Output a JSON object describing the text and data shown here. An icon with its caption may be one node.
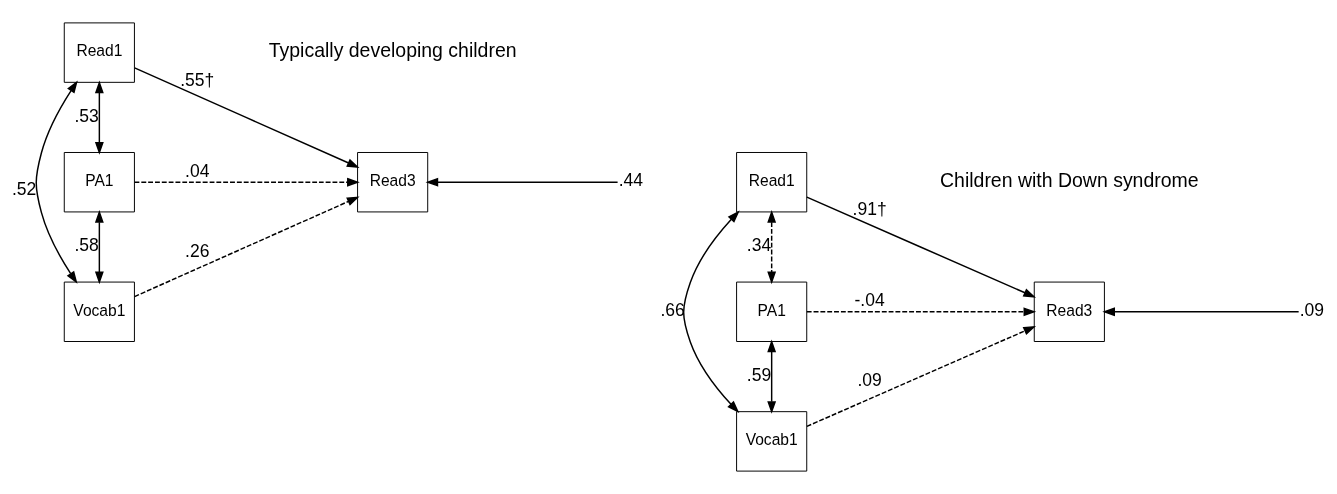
{
  "diagram": {
    "nodes": [
      {
        "text": [
          "Read1"
        ]
      },
      {
        "text": [
          "PA1"
        ]
      },
      {
        "text": [
          "Vocab1"
        ]
      },
      {
        "text": [
          "Read3"
        ]
      },
      {
        "text": [
          "Read1"
        ]
      },
      {
        "text": [
          "PA1"
        ]
      },
      {
        "text": [
          "Vocab1"
        ]
      },
      {
        "text": [
          "Read3"
        ]
      }
    ],
    "edges": [
      {
        "from": 0,
        "to": 3,
        "arrow": "to",
        "label": ".55†"
      },
      {
        "from": 0,
        "to": 1,
        "arrow": "both",
        "label": ".53"
      },
      {
        "from": 1,
        "to": 3,
        "arrow": "to",
        "label": ".04",
        "style": "dashed"
      },
      {
        "from": 0,
        "to": 2,
        "arrow": "both",
        "label": ".52"
      },
      {
        "from": 1,
        "to": 2,
        "arrow": "both",
        "label": ".58"
      },
      {
        "from": 2,
        "to": 3,
        "arrow": "to",
        "label": ".26",
        "style": "dashed"
      },
      {
        "from": null,
        "to": 3,
        "arrow": "to",
        "label": ".44"
      },
      {
        "from": 4,
        "to": 7,
        "arrow": "to",
        "label": ".91†"
      },
      {
        "from": 4,
        "to": 5,
        "arrow": "both",
        "label": ".34",
        "style": "dashed"
      },
      {
        "from": 5,
        "to": 7,
        "arrow": "to",
        "label": "-.04",
        "style": "dashed"
      },
      {
        "from": 4,
        "to": 6,
        "arrow": "both",
        "label": ".66"
      },
      {
        "from": 5,
        "to": 6,
        "arrow": "both",
        "label": ".59"
      },
      {
        "from": 6,
        "to": 7,
        "arrow": "to",
        "label": ".09",
        "style": "dashed"
      },
      {
        "from": null,
        "to": 7,
        "arrow": "to",
        "label": ".09"
      }
    ],
    "labels": [
      "Typically developing children",
      "Children with Down syndrome"
    ]
  }
}
